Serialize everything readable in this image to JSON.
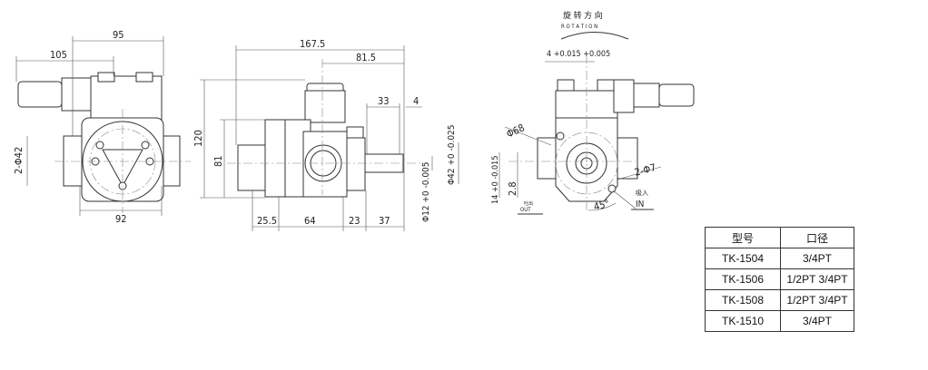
{
  "left_view": {
    "dim_95": "95",
    "dim_105": "105",
    "dim_2phi42": "2-Φ42",
    "dim_92": "92"
  },
  "side_view": {
    "dim_167_5": "167.5",
    "dim_81_5": "81.5",
    "dim_33": "33",
    "dim_4": "4",
    "dim_120": "120",
    "dim_81": "81",
    "dim_25_5": "25.5",
    "dim_64": "64",
    "dim_23": "23",
    "dim_37": "37",
    "dim_phi42": "Φ42 +0 -0.025",
    "dim_phi12": "Φ12 +0 -0.005"
  },
  "front_view": {
    "rotation_cn": "旋 转 方 向",
    "rotation_en": "R O T A T I O N",
    "dim_key": "4 +0.015 +0.005",
    "dim_phi68": "Φ68",
    "dim_2phi7": "2-Φ7",
    "dim_14": "14 +0 -0.015",
    "dim_2_8": "2.8",
    "dim_45": "45°",
    "out_cn": "吐出",
    "out_en": "OUT",
    "in_cn": "吸入",
    "in_en": "IN"
  },
  "table": {
    "headers": [
      "型号",
      "口径"
    ],
    "rows": [
      [
        "TK-1504",
        "3/4PT"
      ],
      [
        "TK-1506",
        "1/2PT 3/4PT"
      ],
      [
        "TK-1508",
        "1/2PT 3/4PT"
      ],
      [
        "TK-1510",
        "3/4PT"
      ]
    ]
  }
}
